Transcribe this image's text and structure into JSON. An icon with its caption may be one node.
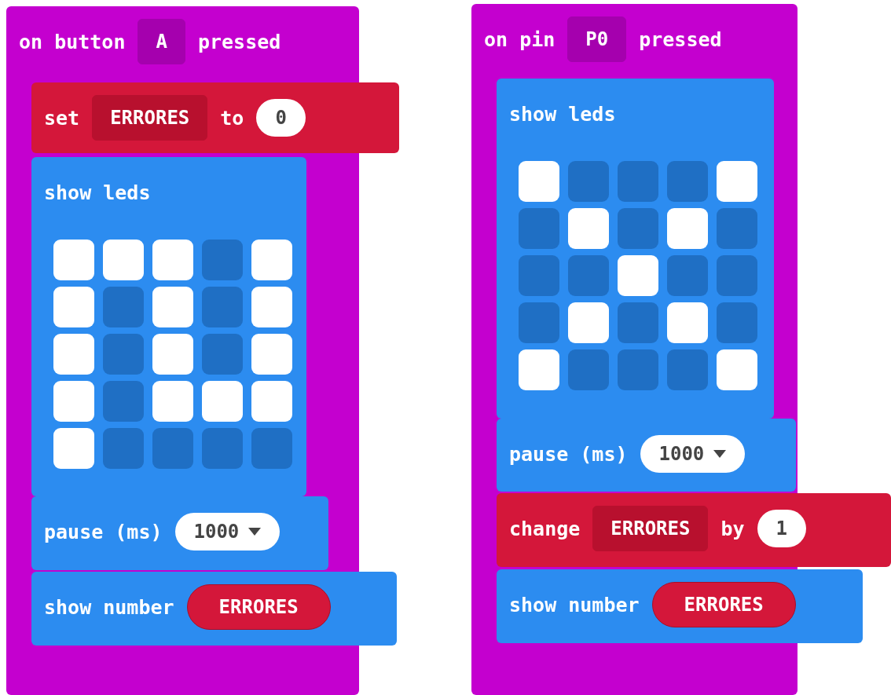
{
  "diagram": {
    "nodes": [
      {
        "text": [
          "on button",
          "A",
          "pressed"
        ]
      },
      {
        "text": [
          "set",
          "ERRORES",
          "to",
          "0"
        ],
        "in": 0
      },
      {
        "text": [
          "show leds"
        ],
        "in": 0
      },
      {
        "text": [
          "pause (ms)",
          "1000"
        ],
        "in": 0
      },
      {
        "text": [
          "show number",
          "ERRORES"
        ],
        "in": 0
      },
      {
        "text": [
          "on pin",
          "P0",
          "pressed"
        ]
      },
      {
        "text": [
          "show leds"
        ],
        "in": 5
      },
      {
        "text": [
          "pause (ms)",
          "1000"
        ],
        "in": 5
      },
      {
        "text": [
          "change",
          "ERRORES",
          "by",
          "1"
        ]
      },
      {
        "text": [
          "show number",
          "ERRORES"
        ]
      }
    ]
  }
}
